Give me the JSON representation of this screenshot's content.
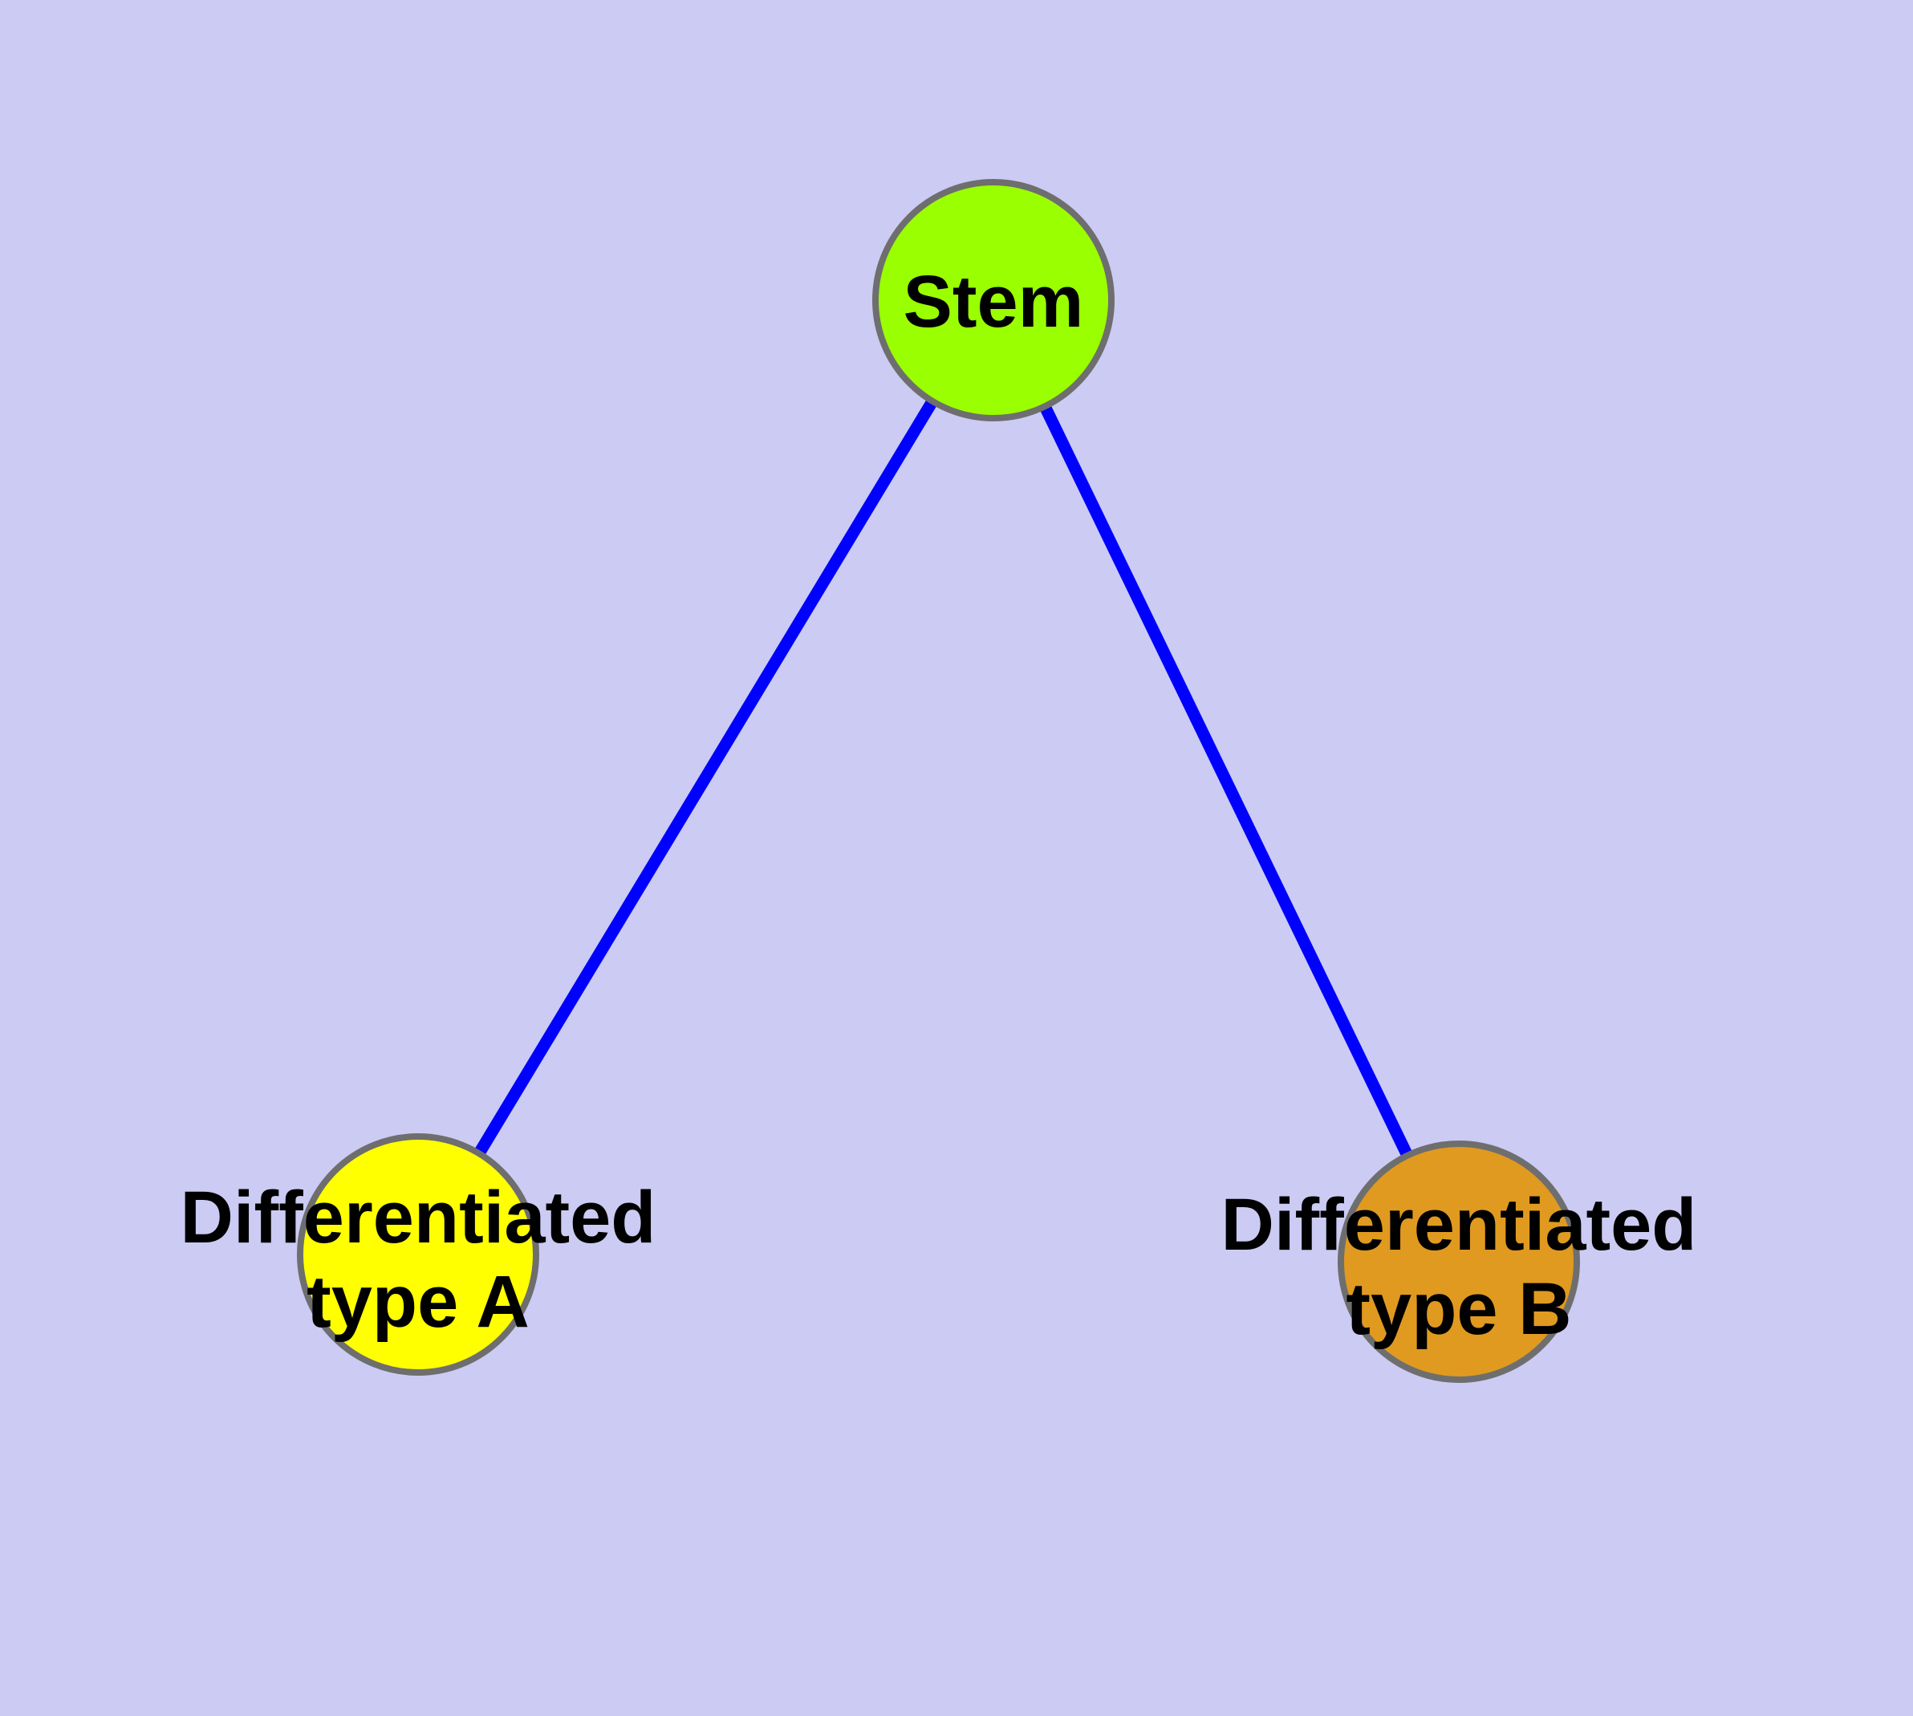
{
  "diagram": {
    "type": "node-link-graph",
    "title": "",
    "background_color": "#CBCBF3",
    "edge_color": "#0000FF",
    "node_border_color": "#6E6E6E",
    "label_color": "#000000",
    "nodes": [
      {
        "id": "stem",
        "label": "Stem",
        "fill": "#9AFF00"
      },
      {
        "id": "type-a",
        "label_line1": "Differentiated",
        "label_line2": "type A",
        "fill": "#FFFF00"
      },
      {
        "id": "type-b",
        "label_line1": "Differentiated",
        "label_line2": "type B",
        "fill": "#E09A20"
      }
    ],
    "edges": [
      {
        "from": "Stem",
        "to": "Differentiated type A"
      },
      {
        "from": "Stem",
        "to": "Differentiated type B"
      }
    ]
  }
}
